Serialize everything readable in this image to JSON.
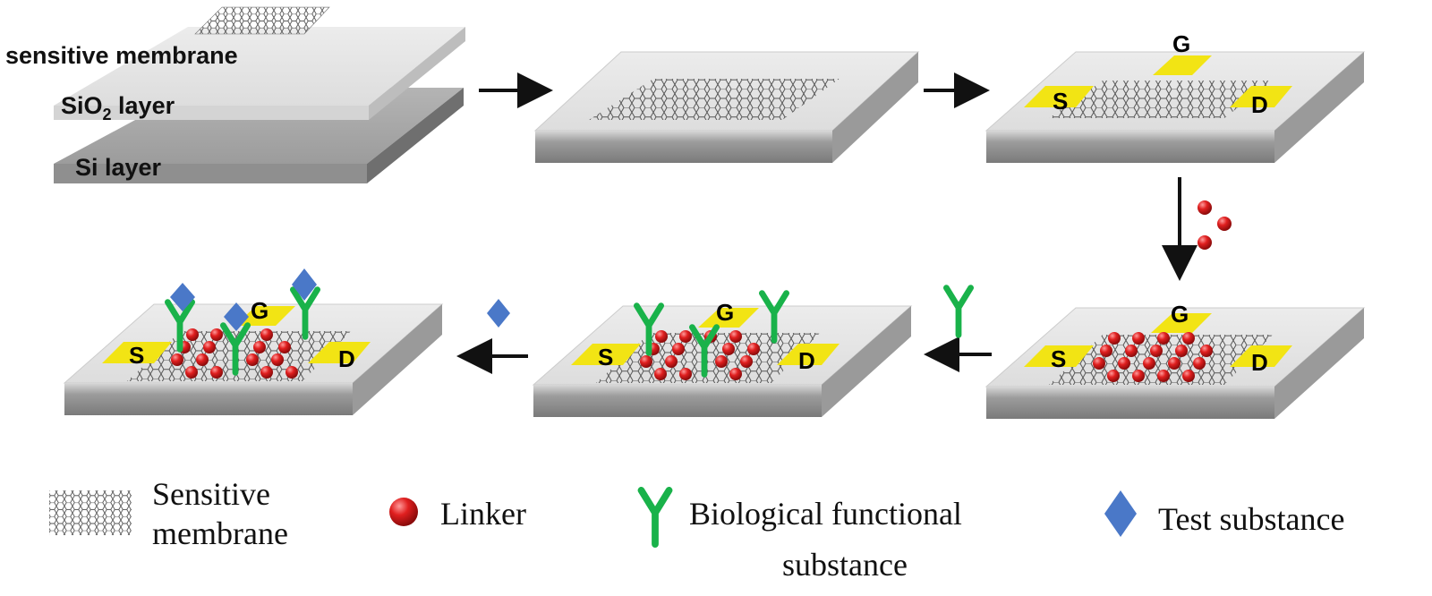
{
  "labels": {
    "membrane": "sensitive membrane",
    "sio2_pre": "SiO",
    "sio2_sub": "2",
    "sio2_post": " layer",
    "si": "Si layer"
  },
  "electrodes": {
    "source": "S",
    "drain": "D",
    "gate": "G"
  },
  "legend": {
    "membrane_line1": "Sensitive",
    "membrane_line2": "membrane",
    "linker": "Linker",
    "bio_line1": "Biological functional",
    "bio_line2": "substance",
    "test": "Test substance"
  },
  "colors": {
    "electrode": "#f2e414",
    "linker": "#e01f1f",
    "bio": "#19b24a",
    "test": "#4a78c8",
    "slab_top": "#e9e9e9",
    "slab_side": "#8e8e8e",
    "arrow": "#111111"
  }
}
